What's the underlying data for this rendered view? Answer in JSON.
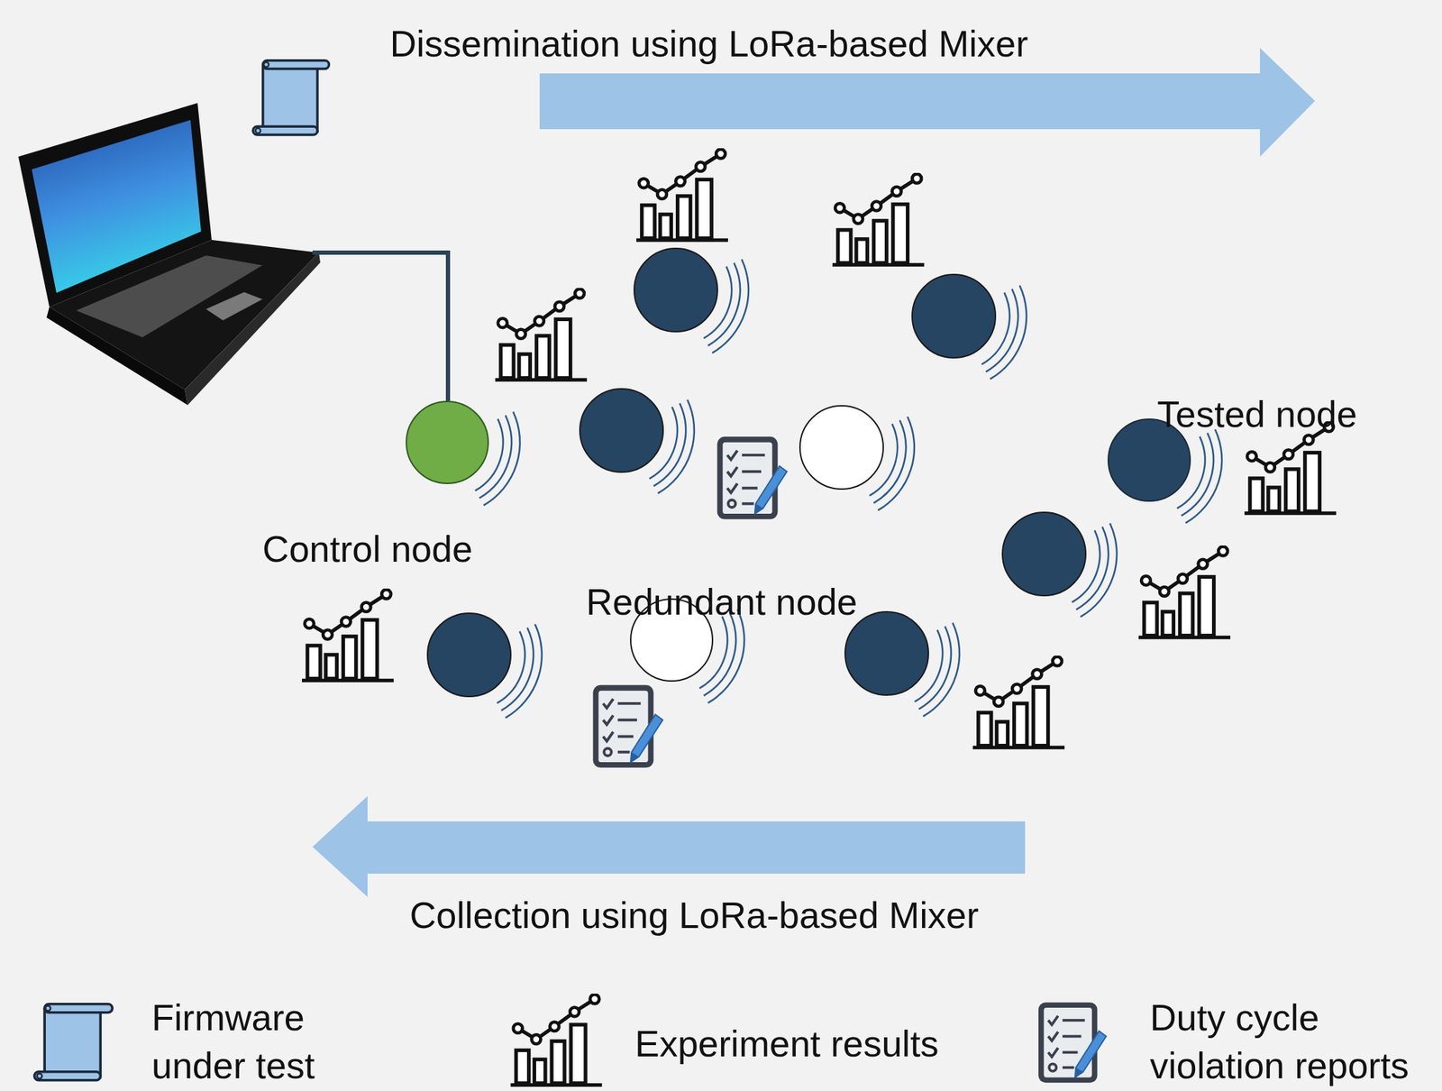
{
  "diagram": {
    "nodes": [
      {
        "text": [
          "Tested node"
        ]
      },
      {
        "text": [
          "Control node"
        ]
      },
      {
        "text": [
          "Redundant node"
        ]
      }
    ],
    "labels": [
      "Dissemination using LoRa-based Mixer",
      "Collection using LoRa-based Mixer"
    ],
    "legend": [
      {
        "text": "Firmware under test"
      },
      {
        "text": "Experiment results"
      },
      {
        "text": "Duty cycle violation reports"
      }
    ]
  }
}
